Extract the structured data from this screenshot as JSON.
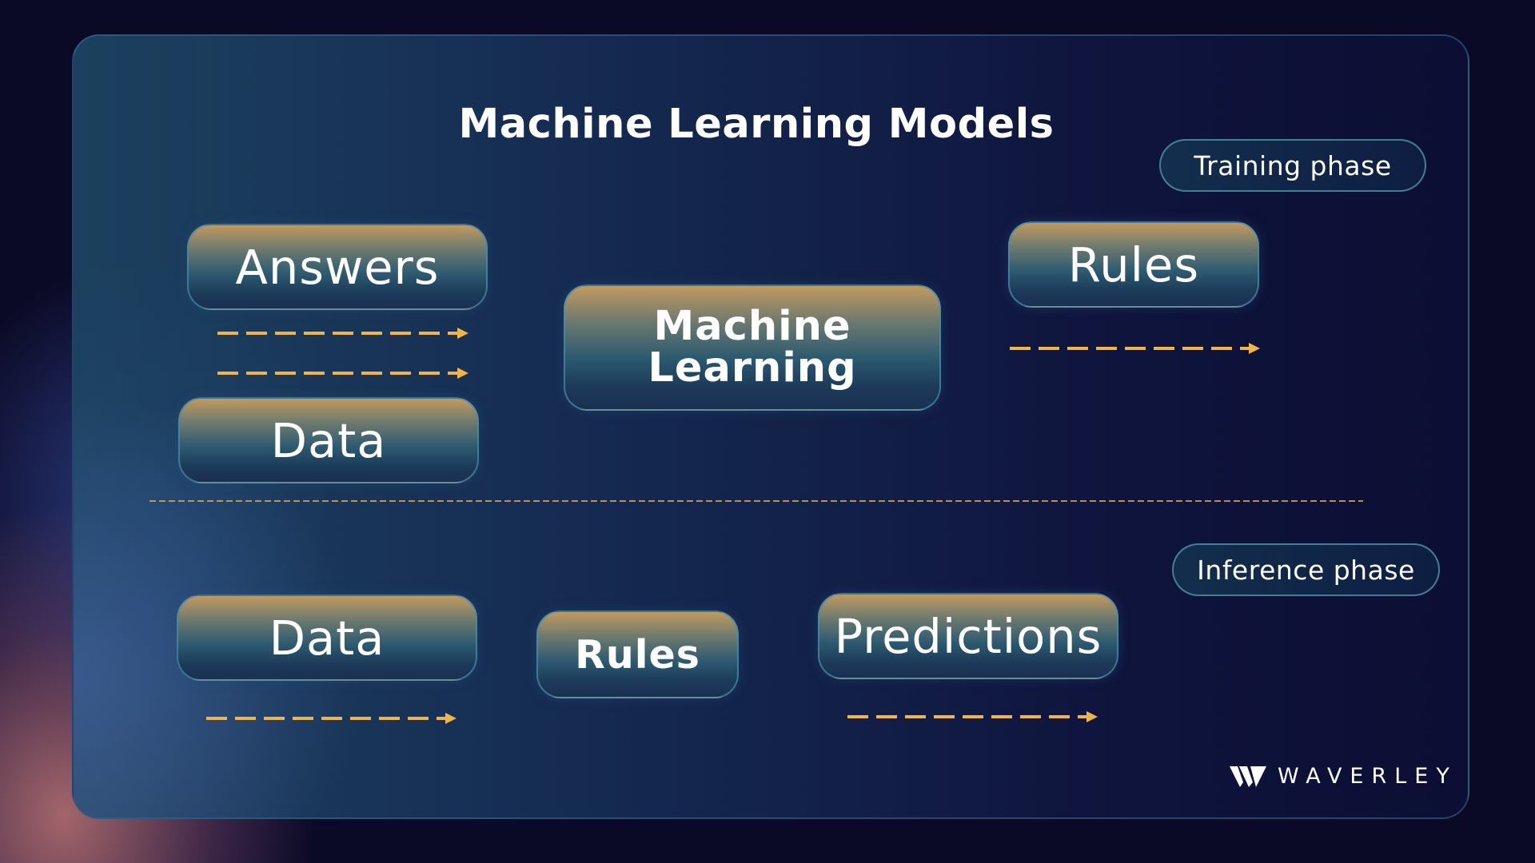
{
  "title": "Machine Learning Models",
  "training": {
    "phase_label": "Training phase",
    "answers": "Answers",
    "data": "Data",
    "ml_line1": "Machine",
    "ml_line2": "Learning",
    "rules": "Rules"
  },
  "inference": {
    "phase_label": "Inference phase",
    "data": "Data",
    "rules": "Rules",
    "predictions": "Predictions"
  },
  "logo": {
    "name": "WAVERLEY",
    "icon": "waverley-logo-icon"
  },
  "colors": {
    "accent_arrow": "#f2b448",
    "text": "#ffffff",
    "background": "#0b0a26"
  }
}
